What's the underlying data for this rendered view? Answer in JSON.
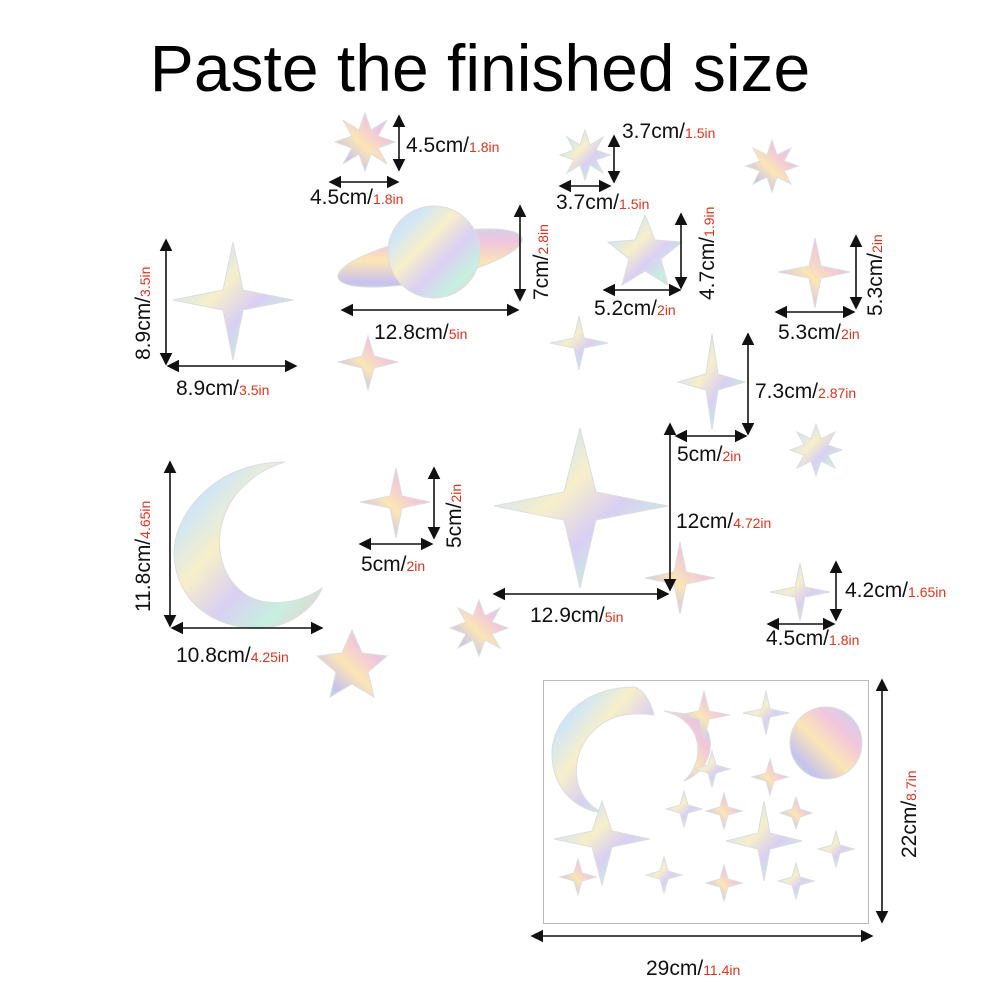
{
  "title": "Paste the finished size",
  "colors": {
    "text": "#111111",
    "inch_text": "#d7361f",
    "arrow": "#111111"
  },
  "labels": {
    "star_small_w": {
      "cm": "4.5cm/",
      "in": "1.8in"
    },
    "star_small_h": {
      "cm": "4.5cm/",
      "in": "1.8in"
    },
    "star8_w": {
      "cm": "3.7cm/",
      "in": "1.5in"
    },
    "star8_h": {
      "cm": "3.7cm/",
      "in": "1.5in"
    },
    "planet_w": {
      "cm": "12.8cm/",
      "in": "5in"
    },
    "planet_h": {
      "cm": "7cm/",
      "in": "2.8in"
    },
    "star5_w": {
      "cm": "5.2cm/",
      "in": "2in"
    },
    "star5_h": {
      "cm": "4.7cm/",
      "in": "1.9in"
    },
    "star4_right_w": {
      "cm": "5.3cm/",
      "in": "2in"
    },
    "star4_right_h": {
      "cm": "5.3cm/",
      "in": "2in"
    },
    "star4_left_w": {
      "cm": "8.9cm/",
      "in": "3.5in"
    },
    "star4_left_h": {
      "cm": "8.9cm/",
      "in": "3.5in"
    },
    "tall_star_h": {
      "cm": "7.3cm/",
      "in": "2.87in"
    },
    "tall_star_w": {
      "cm": "5cm/",
      "in": "2in"
    },
    "moon_w": {
      "cm": "10.8cm/",
      "in": "4.25in"
    },
    "moon_h": {
      "cm": "11.8cm/",
      "in": "4.65in"
    },
    "mid_star_w": {
      "cm": "5cm/",
      "in": "2in"
    },
    "mid_star_h": {
      "cm": "5cm/",
      "in": "2in"
    },
    "big_star_w": {
      "cm": "12.9cm/",
      "in": "5in"
    },
    "big_star_h": {
      "cm": "12cm/",
      "in": "4.72in"
    },
    "small_right_star_w": {
      "cm": "4.5cm/",
      "in": "1.8in"
    },
    "small_right_star_h": {
      "cm": "4.2cm/",
      "in": "1.65in"
    },
    "sheet_w": {
      "cm": "29cm/",
      "in": "11.4in"
    },
    "sheet_h": {
      "cm": "22cm/",
      "in": "8.7in"
    }
  },
  "shapes": [
    {
      "kind": "star4",
      "name": "four-point-star-left"
    },
    {
      "kind": "star4",
      "name": "four-point-star-small-left"
    },
    {
      "kind": "star8",
      "name": "eight-point-star-top-left"
    },
    {
      "kind": "planet",
      "name": "ringed-planet"
    },
    {
      "kind": "star8",
      "name": "eight-point-star-top"
    },
    {
      "kind": "star8",
      "name": "eight-point-star-top-right"
    },
    {
      "kind": "star5",
      "name": "five-point-star"
    },
    {
      "kind": "star4",
      "name": "four-point-star-center-small"
    },
    {
      "kind": "star4",
      "name": "four-point-star-right"
    },
    {
      "kind": "star4",
      "name": "tall-four-point-star"
    },
    {
      "kind": "star8",
      "name": "eight-point-star-right"
    },
    {
      "kind": "moon",
      "name": "crescent-moon"
    },
    {
      "kind": "star4",
      "name": "four-point-star-middle"
    },
    {
      "kind": "star4",
      "name": "big-four-point-star"
    },
    {
      "kind": "star4",
      "name": "four-point-star-lower"
    },
    {
      "kind": "star4",
      "name": "four-point-star-small-right"
    },
    {
      "kind": "star8",
      "name": "eight-point-star-bottom"
    },
    {
      "kind": "star5",
      "name": "five-point-star-bottom"
    }
  ]
}
